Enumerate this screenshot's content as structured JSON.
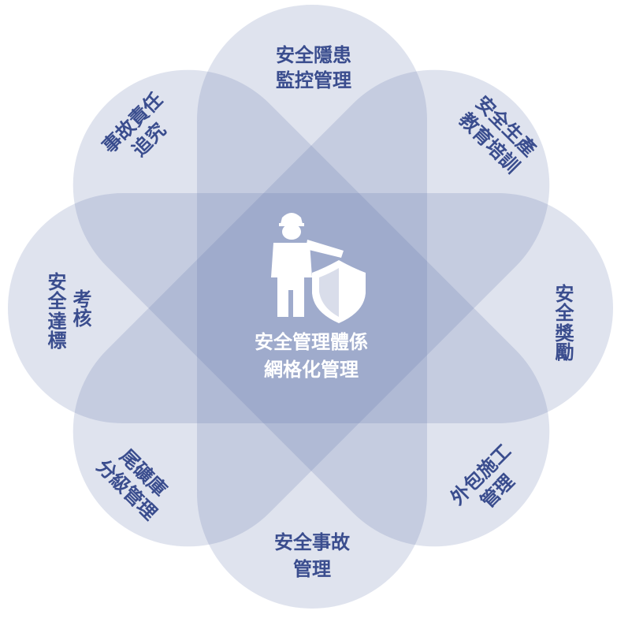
{
  "center": {
    "line1": "安全管理體係",
    "line2": "網格化管理",
    "icon": "worker-with-shield-icon"
  },
  "petals": {
    "top": {
      "line1": "安全隱患",
      "line2": "監控管理"
    },
    "top_right": {
      "line1": "安全生產",
      "line2": "教育培訓"
    },
    "right": {
      "line1": "安全",
      "line2": "獎勵"
    },
    "bottom_right": {
      "line1": "外包施工",
      "line2": "管理"
    },
    "bottom": {
      "line1": "安全事故",
      "line2": "管理"
    },
    "bottom_left": {
      "line1": "尾礦庫",
      "line2": "分級管理"
    },
    "left": {
      "col1": "安全",
      "col2": "達標",
      "col3": "考核"
    },
    "top_left": {
      "line1": "事故責任",
      "line2": "追究"
    }
  },
  "colors": {
    "petal": "#5f72ab",
    "label": "#3a4d8e",
    "center_text": "#ffffff"
  }
}
